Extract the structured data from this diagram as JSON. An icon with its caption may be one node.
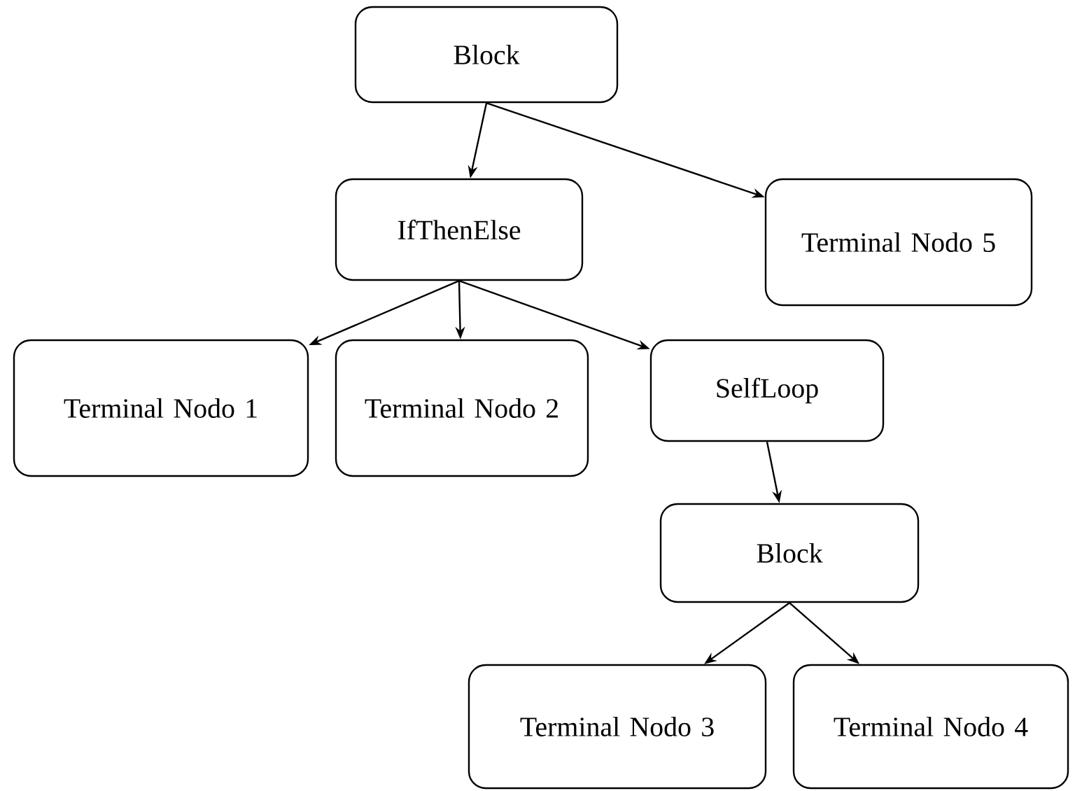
{
  "diagram": {
    "nodes": [
      {
        "text": [
          "Block"
        ]
      },
      {
        "text": [
          "IfThenElse"
        ]
      },
      {
        "text": [
          "Terminal Nodo 5"
        ]
      },
      {
        "text": [
          "Terminal Nodo 1"
        ]
      },
      {
        "text": [
          "Terminal Nodo 2"
        ]
      },
      {
        "text": [
          "SelfLoop"
        ]
      },
      {
        "text": [
          "Block"
        ]
      },
      {
        "text": [
          "Terminal Nodo 3"
        ]
      },
      {
        "text": [
          "Terminal Nodo 4"
        ]
      }
    ],
    "edges": [
      {
        "from": 0,
        "to": 1,
        "arrow": "to"
      },
      {
        "from": 0,
        "to": 2,
        "arrow": "to"
      },
      {
        "from": 1,
        "to": 3,
        "arrow": "to"
      },
      {
        "from": 1,
        "to": 4,
        "arrow": "to"
      },
      {
        "from": 1,
        "to": 5,
        "arrow": "to"
      },
      {
        "from": 5,
        "to": 6,
        "arrow": "to"
      },
      {
        "from": 6,
        "to": 7,
        "arrow": "to"
      },
      {
        "from": 6,
        "to": 8,
        "arrow": "to"
      }
    ]
  }
}
